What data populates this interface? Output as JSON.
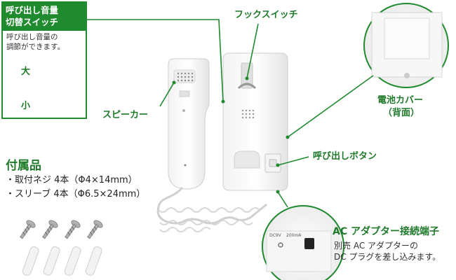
{
  "volume_box": {
    "title_line1": "呼び出し音量",
    "title_line2": "切替スイッチ",
    "desc_line1": "呼び出し音量の",
    "desc_line2": "調節ができます。",
    "big": "大",
    "small": "小"
  },
  "labels": {
    "hook_switch": "フックスイッチ",
    "speaker": "スピーカー",
    "battery_cover_line1": "電池カバー",
    "battery_cover_line2": "（背面）",
    "call_button": "呼び出しボタン",
    "ac_adapter_title": "AC アダプター接続端子",
    "ac_adapter_desc1": "別売 AC アダプターの",
    "ac_adapter_desc2": "DC プラグを差し込みます。",
    "jack_text_left": "DC9V",
    "jack_text_right": "200mA"
  },
  "accessories": {
    "title": "付属品",
    "item1": "・取付ネジ 4本（Φ4×14mm）",
    "item2": "・スリーブ 4本（Φ6.5×24mm）"
  },
  "colors": {
    "accent": "#1f8a2e",
    "leader": "#1f8a2e"
  }
}
